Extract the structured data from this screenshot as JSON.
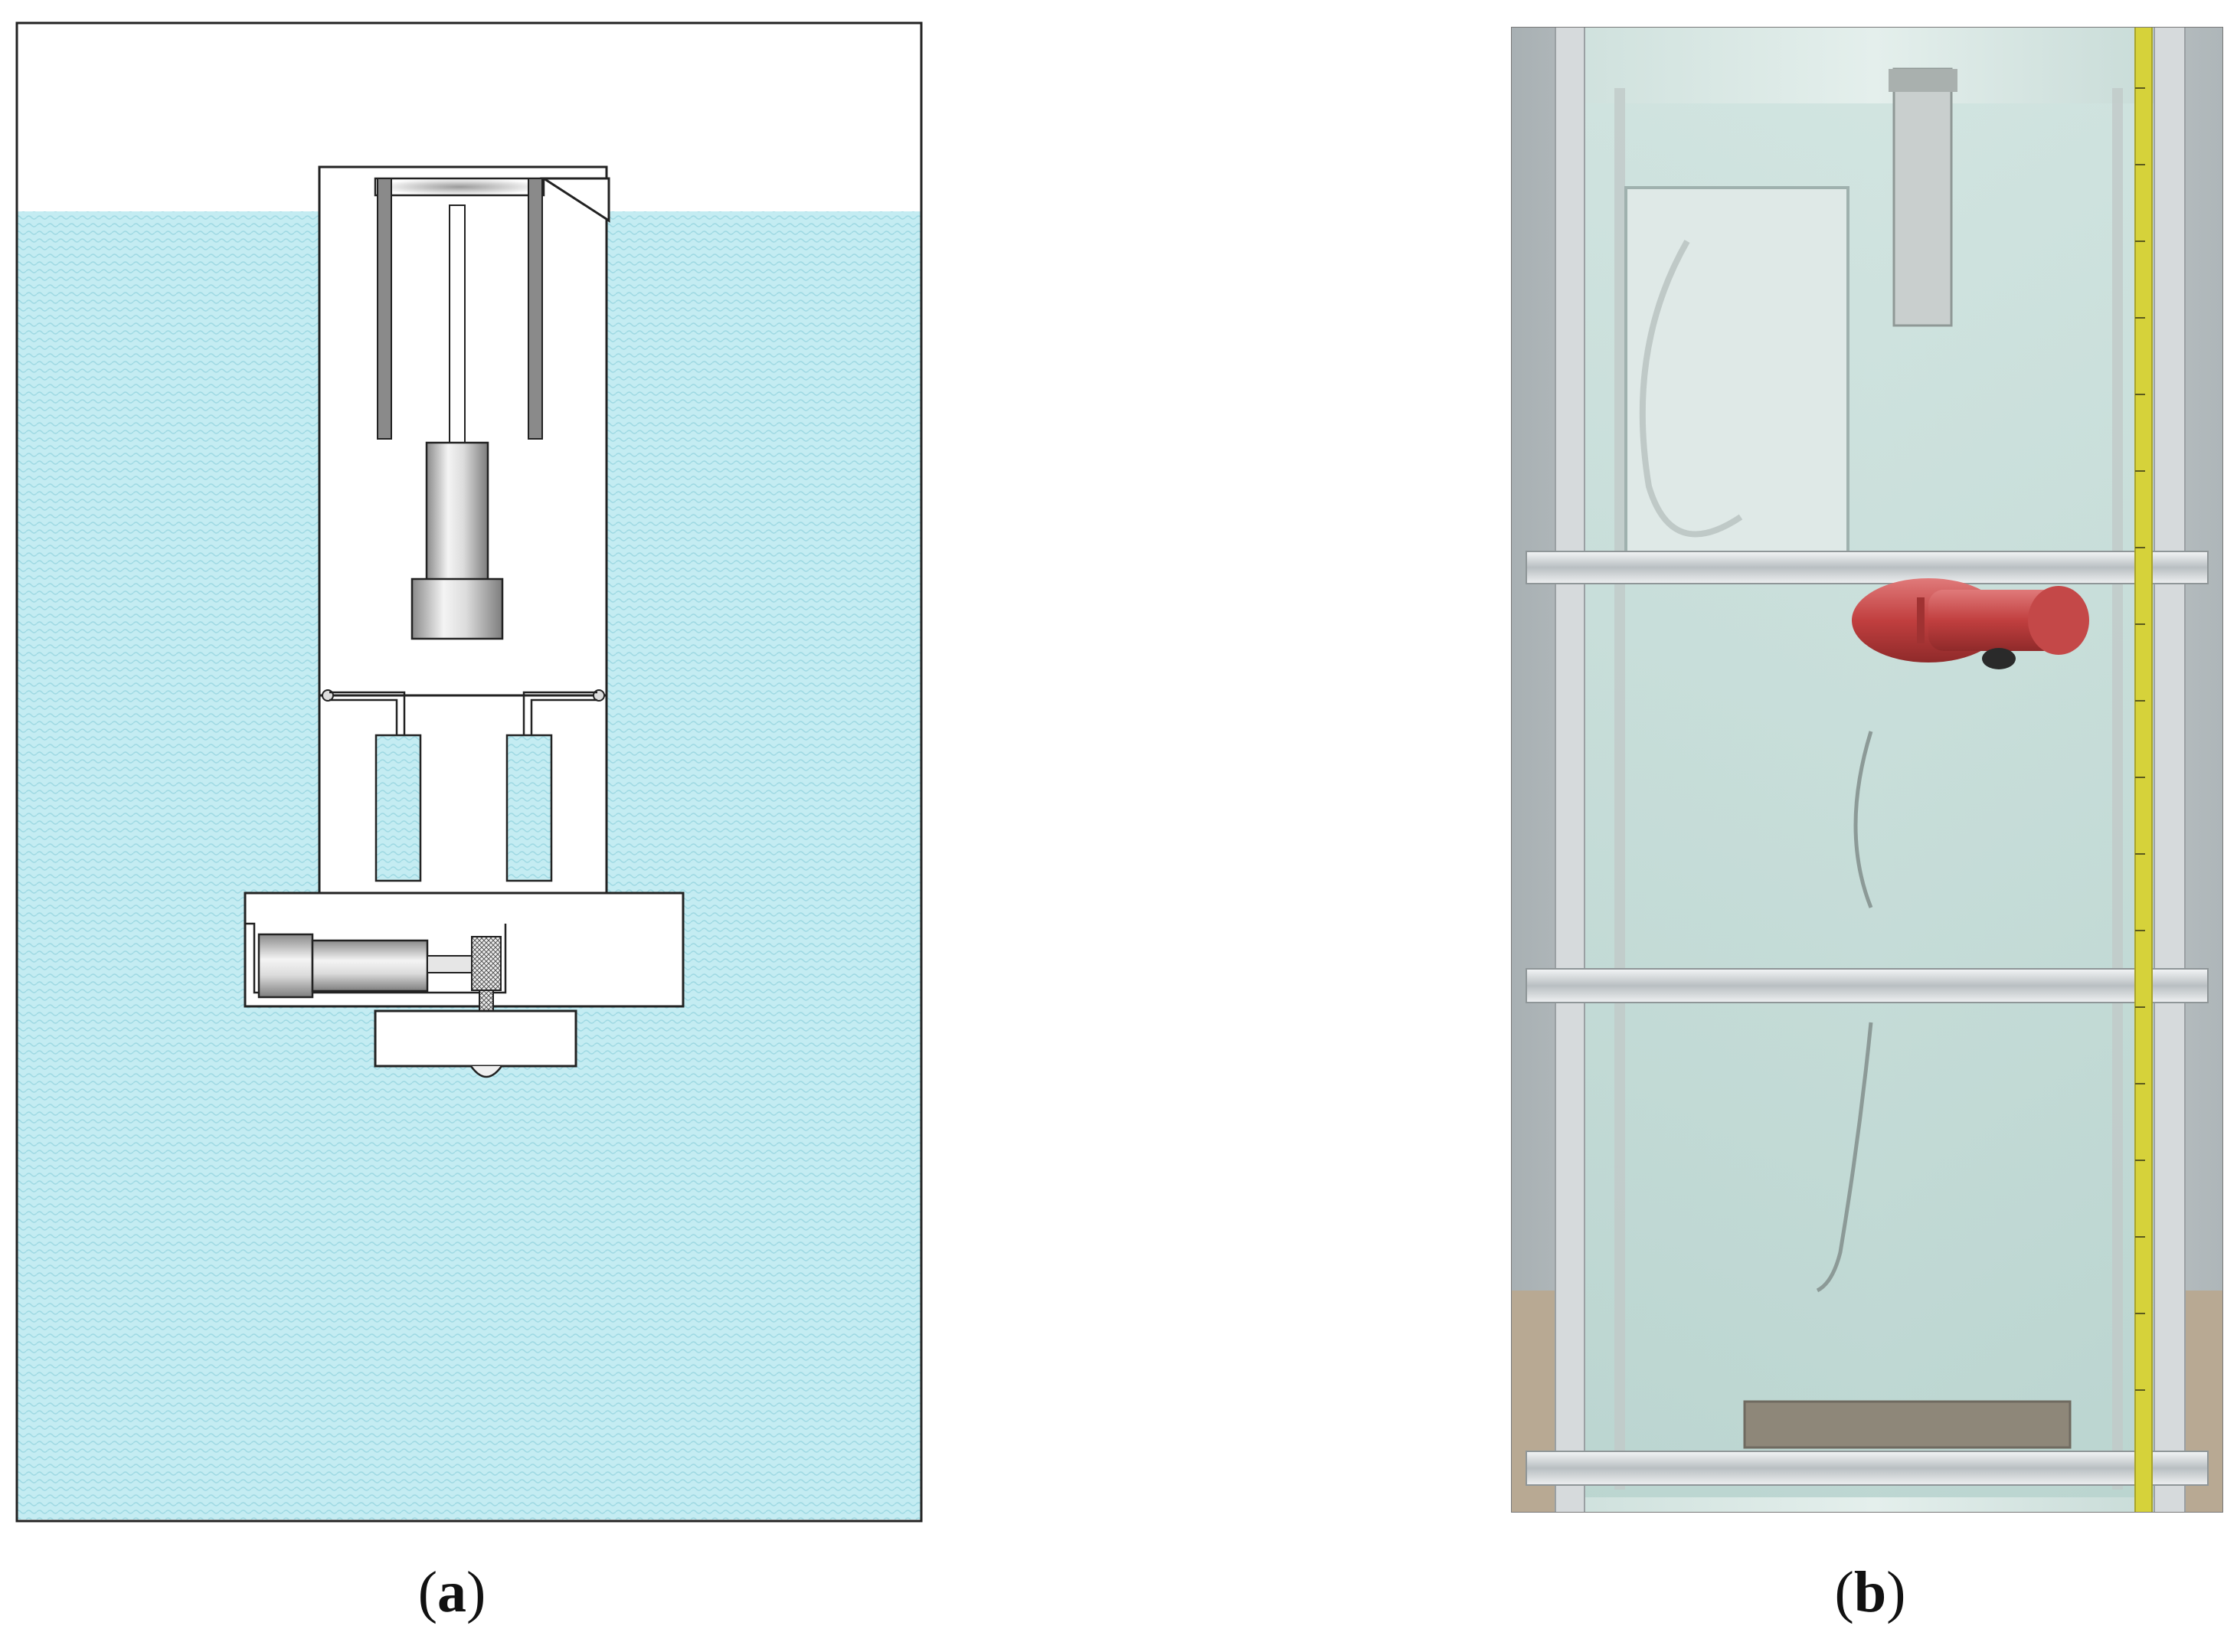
{
  "figure": {
    "panels": [
      {
        "id": "a",
        "caption_letter": "a"
      },
      {
        "id": "b",
        "caption_letter": "b"
      }
    ]
  },
  "colors": {
    "water": "#bfe9ef",
    "water_stripe": "#a9dfe8",
    "outline": "#222222",
    "metal_light": "#f2f2f2",
    "metal_dark": "#7a7a7a",
    "robot_red": "#c94a4a",
    "tape_yellow": "#d6d23a",
    "frame_aluminum": "#c9cdd0"
  },
  "icons": {
    "diagram": "lifting-mechanism-schematic",
    "photo": "water-tank-experiment-photo"
  }
}
